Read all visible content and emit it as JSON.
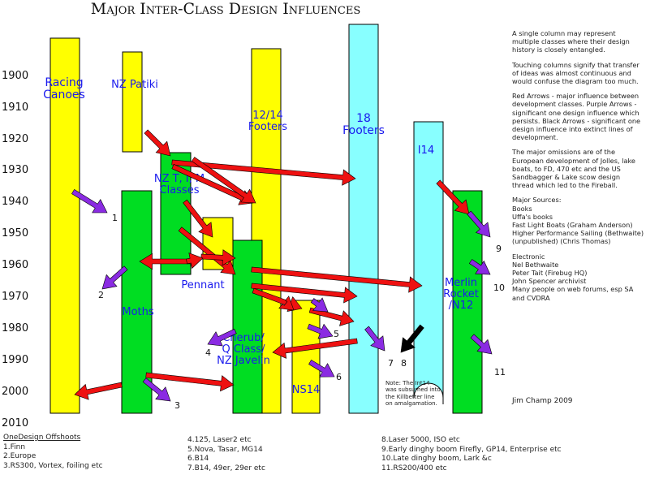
{
  "title": "Major Inter-Class Design Influences",
  "years": [
    "1900",
    "1910",
    "1920",
    "1930",
    "1940",
    "1950",
    "1960",
    "1970",
    "1980",
    "1990",
    "2000",
    "2010"
  ],
  "colors": {
    "yellow": "#ffff00",
    "green": "#00dd22",
    "cyan": "#88ffff",
    "red": "#ee1111",
    "purple": "#8a2be2",
    "black": "#000000",
    "label": "#1a1aee"
  },
  "columns": [
    {
      "id": "racing-canoes",
      "label": "Racing\nCanoes",
      "color": "yellow"
    },
    {
      "id": "nz-patiki",
      "label": "NZ Patiki",
      "color": "yellow"
    },
    {
      "id": "moths",
      "label": "Moths",
      "color": "green"
    },
    {
      "id": "nz-t-i-m",
      "label": "NZ T, I, M\nClasses",
      "color": "green"
    },
    {
      "id": "pennant",
      "label": "Pennant",
      "color": "yellow"
    },
    {
      "id": "footers-12-14",
      "label": "12/14\nFooters",
      "color": "yellow"
    },
    {
      "id": "cherub",
      "label": "Cherub/\nQ Class/\nNZ Javelin",
      "color": "green"
    },
    {
      "id": "ns14",
      "label": "NS14",
      "color": "yellow"
    },
    {
      "id": "footers-18",
      "label": "18\nFooters",
      "color": "cyan"
    },
    {
      "id": "i14",
      "label": "I14",
      "color": "cyan"
    },
    {
      "id": "merlin-rocket",
      "label": "Merlin\nRocket\n/N12",
      "color": "green"
    }
  ],
  "offshoot_numbers": [
    "1",
    "2",
    "3",
    "4",
    "5",
    "6",
    "7",
    "8",
    "9",
    "10",
    "11"
  ],
  "notes": [
    "A single column may represent multiple classes where their design history is closely entangled.",
    "Touching columns signify that transfer of ideas was almost continuous and would confuse the diagram too much.",
    "Red Arrows - major influence between development classes. Purple Arrows - significant one design influence which persists. Black Arrows - significant one design influence into extinct lines of development.",
    "The major omissions are of the European development of Jolles, lake boats, to FD, 470 etc and the US Sandbagger & Lake scow design thread which led to the Fireball.",
    "Major Sources:\nBooks\nUffa's books\nFast Light Boats (Graham Anderson)\nHigher Performance Sailing (Bethwaite)\n(unpublished) (Chris Thomas)",
    "Electronic\nNel Bethwaite\nPeter Tait (Firebug HQ)\nJohn Spencer archivist\nMany people on web forums, esp SA and CVDRA"
  ],
  "note_7_8": "Note: The Int14 was subsumed into the Killbetter line on amalgamation.",
  "credit": "Jim Champ 2009",
  "offshoots": {
    "header": "OneDesign Offshoots",
    "col1": [
      "1.Finn",
      "2.Europe",
      "3.RS300, Vortex, foiling etc"
    ],
    "col2": [
      "4.125, Laser2 etc",
      "5.Nova, Tasar, MG14",
      "6.B14",
      "7.B14, 49er, 29er etc"
    ],
    "col3": [
      "8.Laser 5000, ISO etc",
      "9.Early dinghy boom Firefly, GP14, Enterprise etc",
      "10.Late dinghy boom, Lark &c",
      "11.RS200/400 etc"
    ]
  }
}
